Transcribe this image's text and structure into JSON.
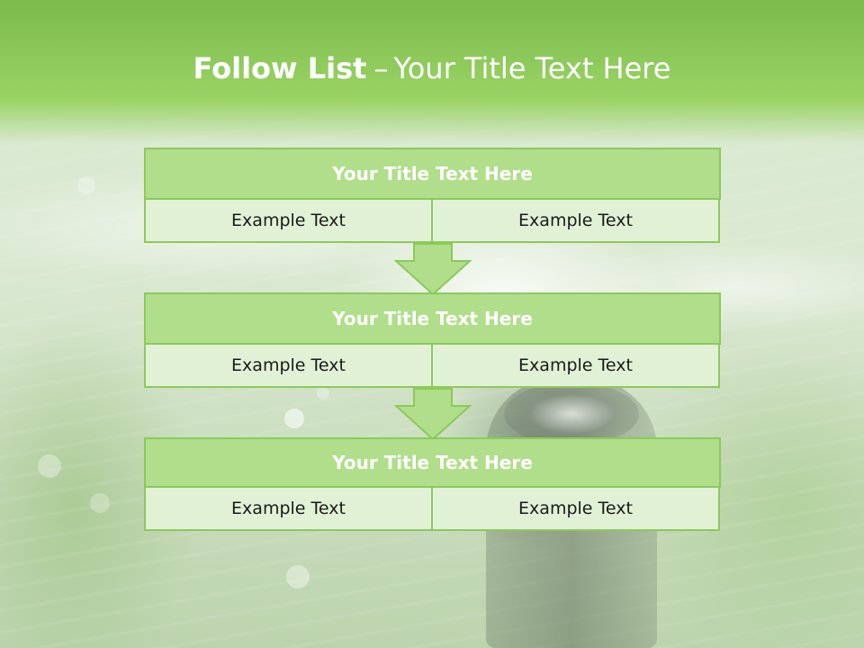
{
  "slide": {
    "title_bold": "Follow List",
    "title_separator": "–",
    "title_rest": "Your Title Text Here"
  },
  "colors": {
    "header_green": "#8fcb5c",
    "box_title_fill": "#b0de8a",
    "box_cell_fill": "#e1f1d6",
    "border_green": "#8cc95a"
  },
  "steps": [
    {
      "title": "Your Title Text Here",
      "left": "Example Text",
      "right": "Example Text"
    },
    {
      "title": "Your Title Text Here",
      "left": "Example Text",
      "right": "Example Text"
    },
    {
      "title": "Your Title Text Here",
      "left": "Example Text",
      "right": "Example Text"
    }
  ],
  "icons": [
    "down-arrow-icon",
    "down-arrow-icon"
  ]
}
